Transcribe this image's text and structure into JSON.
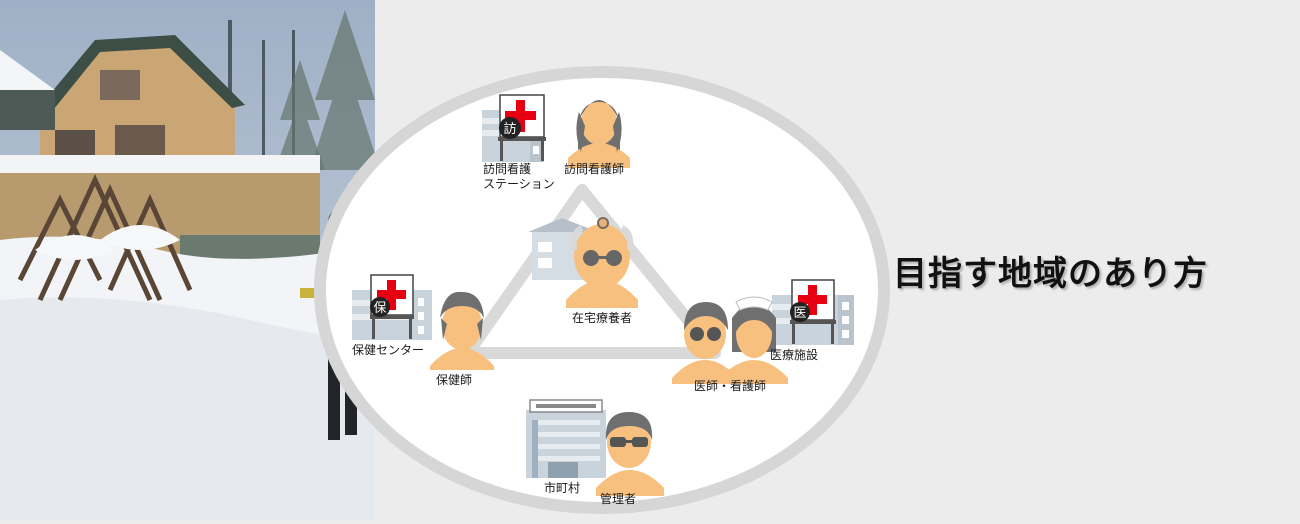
{
  "heading": "目指す地域のあり方",
  "nodes": {
    "visiting_station": {
      "lines": [
        "訪問看護",
        "ステーション"
      ],
      "badge": "訪"
    },
    "visiting_nurse": {
      "label": "訪問看護師"
    },
    "home_patient": {
      "label": "在宅療養者"
    },
    "health_center": {
      "label": "保健センター",
      "badge": "保"
    },
    "public_health_nurse": {
      "label": "保健師"
    },
    "medical_facility": {
      "label": "医療施設",
      "badge": "医"
    },
    "doctor_nurse": {
      "label": "医師・看護師"
    },
    "municipality": {
      "label": "市町村"
    },
    "administrator": {
      "label": "管理者"
    }
  },
  "colors": {
    "background": "#ececec",
    "ellipse": "#d6d6d6",
    "skin": "#f7c07f",
    "hair": "#6f6f6f",
    "cross": "#e60012",
    "building": "#c9d3dc"
  }
}
